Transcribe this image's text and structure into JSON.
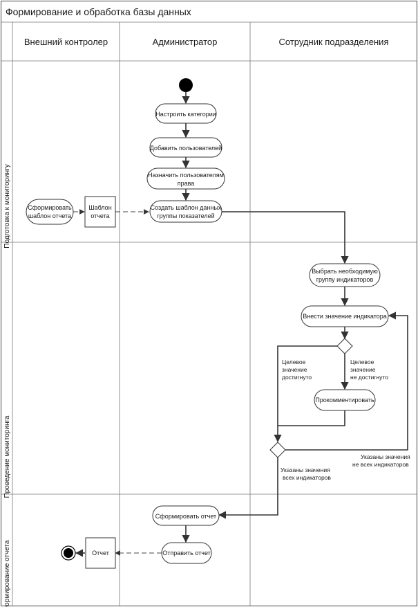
{
  "title": "Формирование и обработка базы данных",
  "lanes": [
    "Внешний контролер",
    "Администратор",
    "Сотрудник подразделения"
  ],
  "phases": [
    "Подготовка к мониторингу",
    "Проведение мониторинга",
    "Формирование отчета"
  ],
  "nodes": {
    "configure_categories": [
      "Настроить категории"
    ],
    "add_users": [
      "Добавить пользователей"
    ],
    "assign_rights": [
      "Назначить пользователям",
      "права"
    ],
    "create_template": [
      "Создать шаблон данных",
      "группы показателей"
    ],
    "form_report_template": [
      "Сформировать",
      "шаблон отчета"
    ],
    "template_object": [
      "Шаблон",
      "отчета"
    ],
    "select_group": [
      "Выбрать необходимую",
      "группу индикаторов"
    ],
    "enter_value": [
      "Внести значение индикатора"
    ],
    "comment": [
      "Прокомментировать"
    ],
    "form_report": [
      "Сформировать отчет"
    ],
    "send_report": [
      "Отправить отчет"
    ],
    "report_object": [
      "Отчет"
    ]
  },
  "guards": {
    "target_reached": [
      "Целевое",
      "значение",
      "достигнуто"
    ],
    "target_not_reached": [
      "Целевое",
      "значение",
      "не достигнуто"
    ],
    "not_all_indicators": [
      "Указаны значения",
      "не всех индикаторов"
    ],
    "all_indicators": [
      "Указаны значения",
      "всех индикаторов"
    ]
  }
}
